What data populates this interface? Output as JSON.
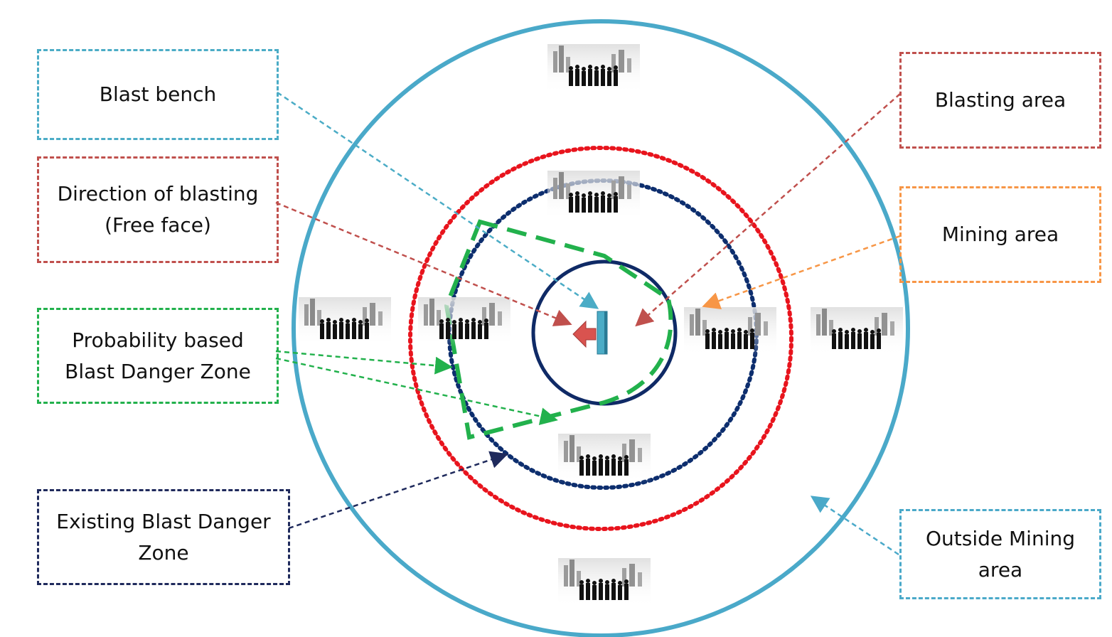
{
  "labels": {
    "blast_bench": [
      "Blast bench"
    ],
    "direction": [
      "Direction of blasting",
      "(Free face)"
    ],
    "probability_zone": [
      "Probability based",
      "Blast Danger Zone"
    ],
    "existing_zone": [
      "Existing Blast Danger",
      "Zone"
    ],
    "blasting_area": [
      "Blasting area"
    ],
    "mining_area": [
      "Mining area"
    ],
    "outside_mining": [
      "Outside Mining",
      "area"
    ]
  },
  "colors": {
    "outside_mining": "#4aa9c9",
    "blasting_area": "#c0504d",
    "mining_area": "#f79646",
    "probability_zone": "#22b14c",
    "existing_zone": "#1f2a5c",
    "direction": "#c0504d",
    "blast_bench": "#4bacc6",
    "red_dots": "#e8141d",
    "navy_dots": "#0d2e6e",
    "inner_ring": "#0f2a66"
  },
  "icons": {
    "people_groups": [
      "people-crowd-icon"
    ],
    "blast": "blast-bench-icon"
  }
}
